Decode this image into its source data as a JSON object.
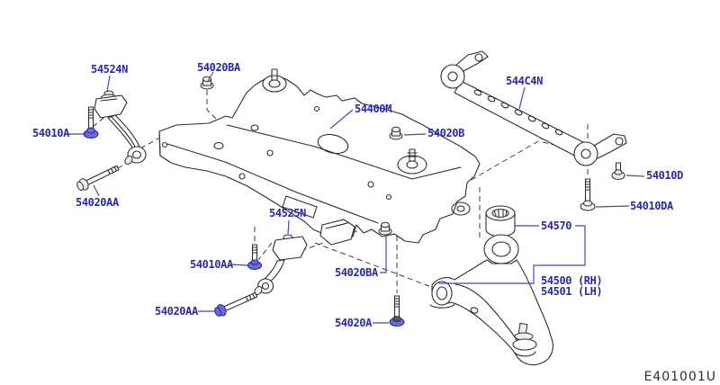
{
  "diagram": {
    "code": "E401001U",
    "description": "Front suspension member / transverse link exploded parts diagram"
  },
  "colors": {
    "background": "#ffffff",
    "line": "#2d2d2d",
    "label": "#2a2aa0",
    "leader": "#4646b2",
    "highlight_bolt": "#6b6bd8"
  },
  "parts": [
    {
      "label": "54524N",
      "kind": "stabilizer-connecting-rod-upper"
    },
    {
      "label": "54020BA",
      "kind": "nut"
    },
    {
      "label": "54010A",
      "kind": "bolt-highlighted"
    },
    {
      "label": "54400M",
      "kind": "suspension-member"
    },
    {
      "label": "544C4N",
      "kind": "member-stay-bar"
    },
    {
      "label": "54020B",
      "kind": "nut"
    },
    {
      "label": "54010D",
      "kind": "bolt"
    },
    {
      "label": "54010DA",
      "kind": "bolt-long"
    },
    {
      "label": "54020AA",
      "kind": "bolt-diagonal"
    },
    {
      "label": "54525N",
      "kind": "stabilizer-connecting-rod-lower"
    },
    {
      "label": "54570",
      "kind": "transverse-link-bushing"
    },
    {
      "label": "54010AA",
      "kind": "bolt-highlighted"
    },
    {
      "label": "54020BA",
      "kind": "nut"
    },
    {
      "label": "54500 (RH)",
      "kind": "transverse-link-right"
    },
    {
      "label": "54501 (LH)",
      "kind": "transverse-link-left"
    },
    {
      "label": "54020AA",
      "kind": "bolt-highlighted-diagonal"
    },
    {
      "label": "54020A",
      "kind": "bolt-highlighted"
    }
  ]
}
